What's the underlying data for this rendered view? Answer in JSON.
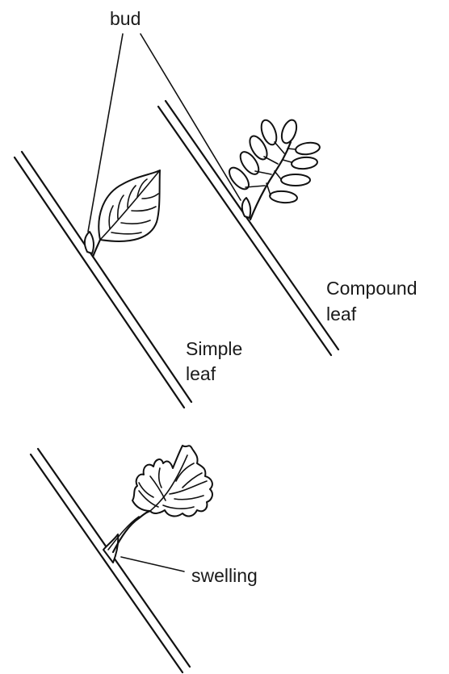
{
  "labels": {
    "bud": "bud",
    "simple_line1": "Simple",
    "simple_line2": "leaf",
    "compound_line1": "Compound",
    "compound_line2": "leaf",
    "swelling": "swelling"
  },
  "colors": {
    "ink": "#111111",
    "background": "#ffffff"
  }
}
